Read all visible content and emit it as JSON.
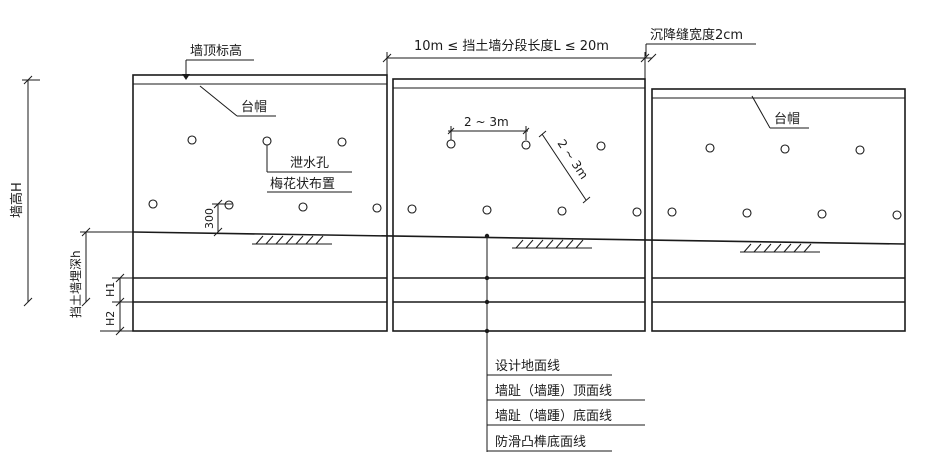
{
  "labels": {
    "wall_top_elevation": "墙顶标高",
    "segment_length": "10m ≤ 挡土墙分段长度L ≤ 20m",
    "settlement_joint": "沉降缝宽度2cm",
    "cap_left": "台帽",
    "cap_right": "台帽",
    "spacing_h": "2 ~ 3m",
    "spacing_d": "2 ~ 3m",
    "weep_hole_line1": "泄水孔",
    "weep_hole_line2": "梅花状布置",
    "dim_300": "300",
    "wall_height": "墙高H",
    "embed_depth": "挡土墙埋深h",
    "dim_h1": "H1",
    "dim_h2": "H2"
  },
  "legend": [
    "设计地面线",
    "墙趾（墙踵）顶面线",
    "墙趾（墙踵）底面线",
    "防滑凸榫底面线"
  ]
}
